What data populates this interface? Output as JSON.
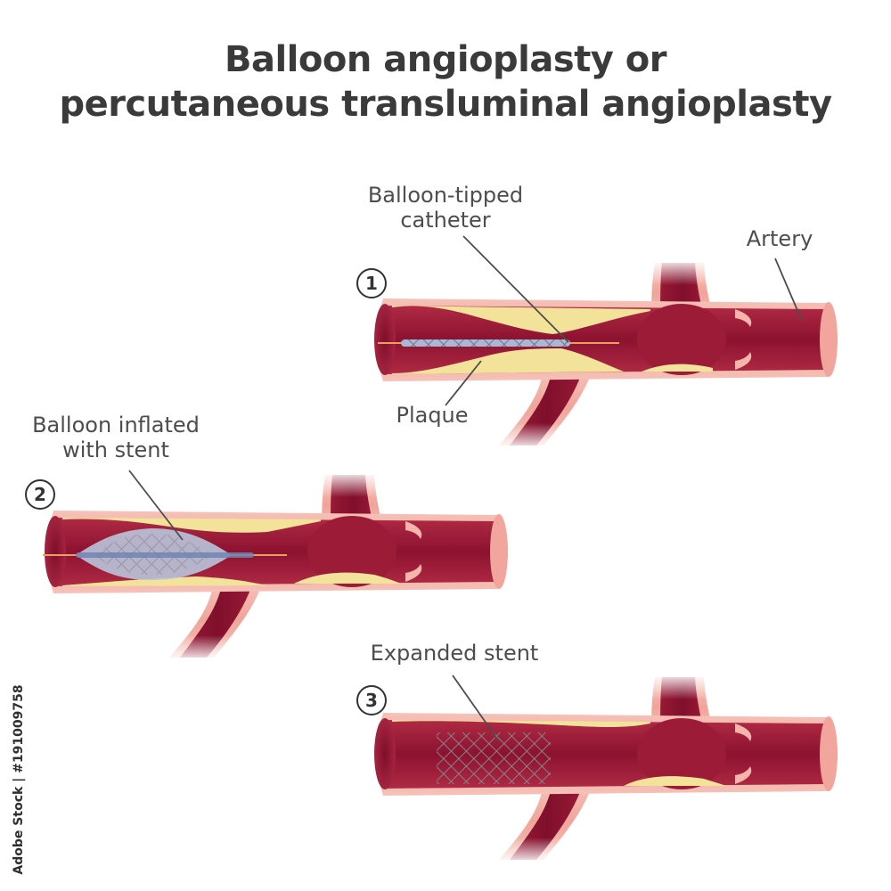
{
  "title": {
    "line1": "Balloon angioplasty or",
    "line2": "percutaneous transluminal angioplasty"
  },
  "labels": {
    "catheter_line1": "Balloon-tipped",
    "catheter_line2": "catheter",
    "artery": "Artery",
    "plaque": "Plaque",
    "inflated_line1": "Balloon inflated",
    "inflated_line2": "with stent",
    "expanded": "Expanded stent"
  },
  "steps": [
    "1",
    "2",
    "3"
  ],
  "credit": "Adobe Stock | #191009758",
  "colors": {
    "artery_wall": "#f0a8a0",
    "artery_inner": "#a32038",
    "lumen": "#8e1430",
    "plaque": "#f3e39a",
    "stent": "#5b5b63",
    "balloon": "#a9b8d6",
    "catheter": "#e8a060",
    "text": "#4d4d4d"
  }
}
